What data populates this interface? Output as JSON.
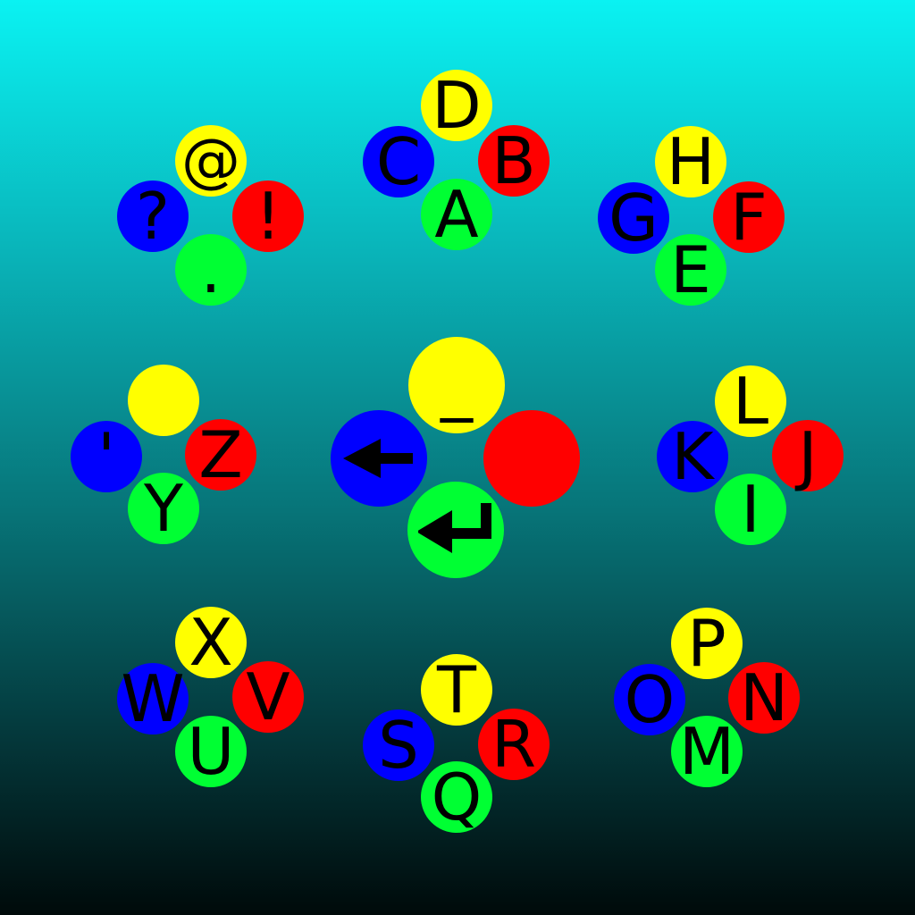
{
  "colors": {
    "top": "#ffff00",
    "right": "#ff0000",
    "left": "#0000ff",
    "bottom": "#00ff33",
    "text": "#000000"
  },
  "clusters": {
    "punct": {
      "top": "@",
      "right": "!",
      "left": "?",
      "bottom": "."
    },
    "abcd": {
      "top": "D",
      "right": "B",
      "left": "C",
      "bottom": "A"
    },
    "efgh": {
      "top": "H",
      "right": "F",
      "left": "G",
      "bottom": "E"
    },
    "yz": {
      "top": "",
      "right": "Z",
      "left": "'",
      "bottom": "Y"
    },
    "center": {
      "top": "_",
      "right": "",
      "left_icon": "backspace-arrow-icon",
      "bottom_icon": "enter-return-icon"
    },
    "ijkl": {
      "top": "L",
      "right": "J",
      "left": "K",
      "bottom": "I"
    },
    "uvwx": {
      "top": "X",
      "right": "V",
      "left": "W",
      "bottom": "U"
    },
    "qrst": {
      "top": "T",
      "right": "R",
      "left": "S",
      "bottom": "Q"
    },
    "mnop": {
      "top": "P",
      "right": "N",
      "left": "O",
      "bottom": "M"
    }
  }
}
